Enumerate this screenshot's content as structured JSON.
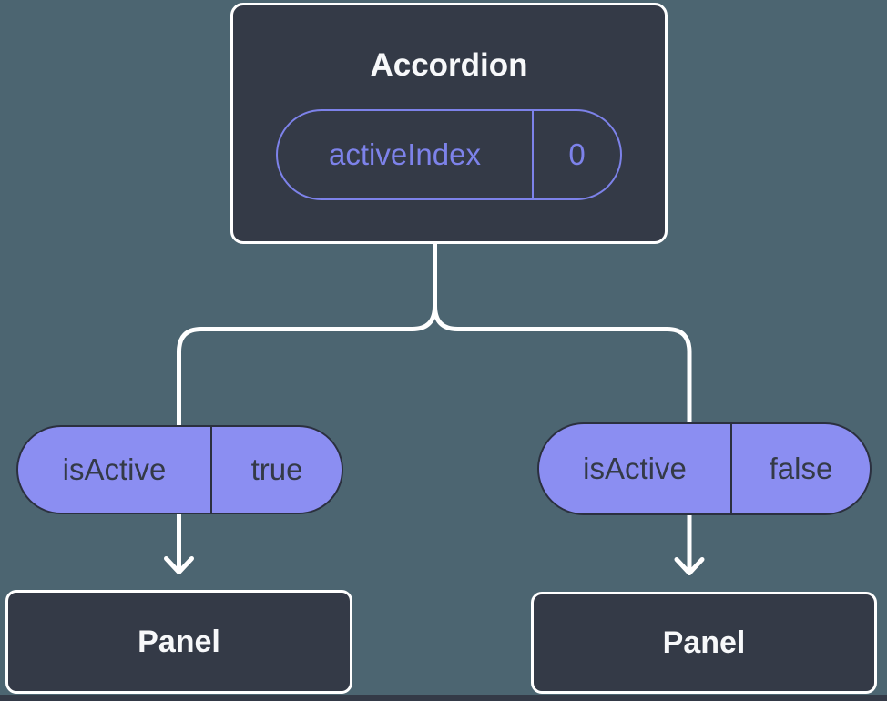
{
  "tree": {
    "root": {
      "title": "Accordion",
      "prop": {
        "name": "activeIndex",
        "value": "0"
      }
    },
    "children": [
      {
        "prop": {
          "name": "isActive",
          "value": "true"
        },
        "node_title": "Panel"
      },
      {
        "prop": {
          "name": "isActive",
          "value": "false"
        },
        "node_title": "Panel"
      }
    ]
  },
  "colors": {
    "background": "#4C6571",
    "node-fill": "#343A47",
    "node-border": "#FFFFFF",
    "node-text": "#F7F8FA",
    "pill-outline": "#7D82EA",
    "pill-fill": "#8B8EF2",
    "pill-fill-border": "#2B303F",
    "pill-fill-text": "#343A47",
    "connector": "#FFFFFF"
  }
}
